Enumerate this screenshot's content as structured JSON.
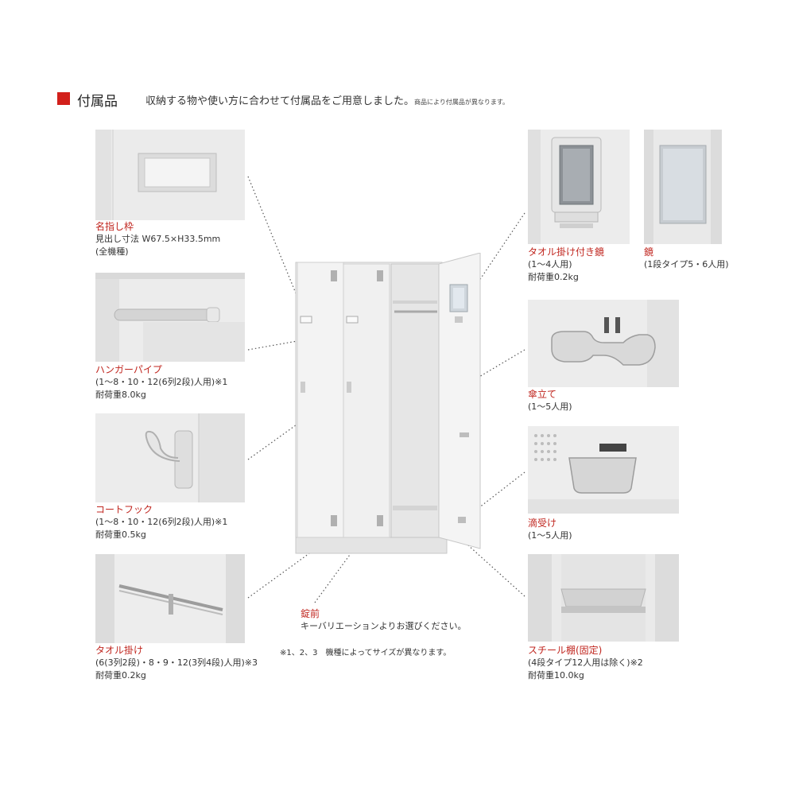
{
  "header": {
    "title": "付属品",
    "description": "収納する物や使い方に合わせて付属品をご用意しました。",
    "note": "商品により付属品が異なります。",
    "accent_color": "#d2201b"
  },
  "items": {
    "name_frame": {
      "name": "名指し枠",
      "line1": "見出し寸法 W67.5×H33.5mm",
      "line2": "(全機種)"
    },
    "hanger_pipe": {
      "name": "ハンガーパイプ",
      "line1": "(1～8・10・12(6列2段)人用)※1",
      "line2": "耐荷重8.0kg"
    },
    "coat_hook": {
      "name": "コートフック",
      "line1": "(1～8・10・12(6列2段)人用)※1",
      "line2": "耐荷重0.5kg"
    },
    "towel_bar": {
      "name": "タオル掛け",
      "line1": "(6(3列2段)・8・9・12(3列4段)人用)※3",
      "line2": "耐荷重0.2kg"
    },
    "mirror_towel": {
      "name": "タオル掛け付き鏡",
      "line1": "(1～4人用)",
      "line2": "耐荷重0.2kg"
    },
    "mirror": {
      "name": "鏡",
      "line1": "(1段タイプ5・6人用)"
    },
    "umbrella": {
      "name": "傘立て",
      "line1": "(1～5人用)"
    },
    "drip_tray": {
      "name": "滴受け",
      "line1": "(1～5人用)"
    },
    "steel_shelf": {
      "name": "スチール棚(固定)",
      "line1": "(4段タイプ12人用は除く)※2",
      "line2": "耐荷重10.0kg"
    },
    "lock": {
      "name": "錠前",
      "line1": "キーバリエーションよりお選びください。"
    }
  },
  "footnote": "※1、2、3　機種によってサイズが異なります。"
}
